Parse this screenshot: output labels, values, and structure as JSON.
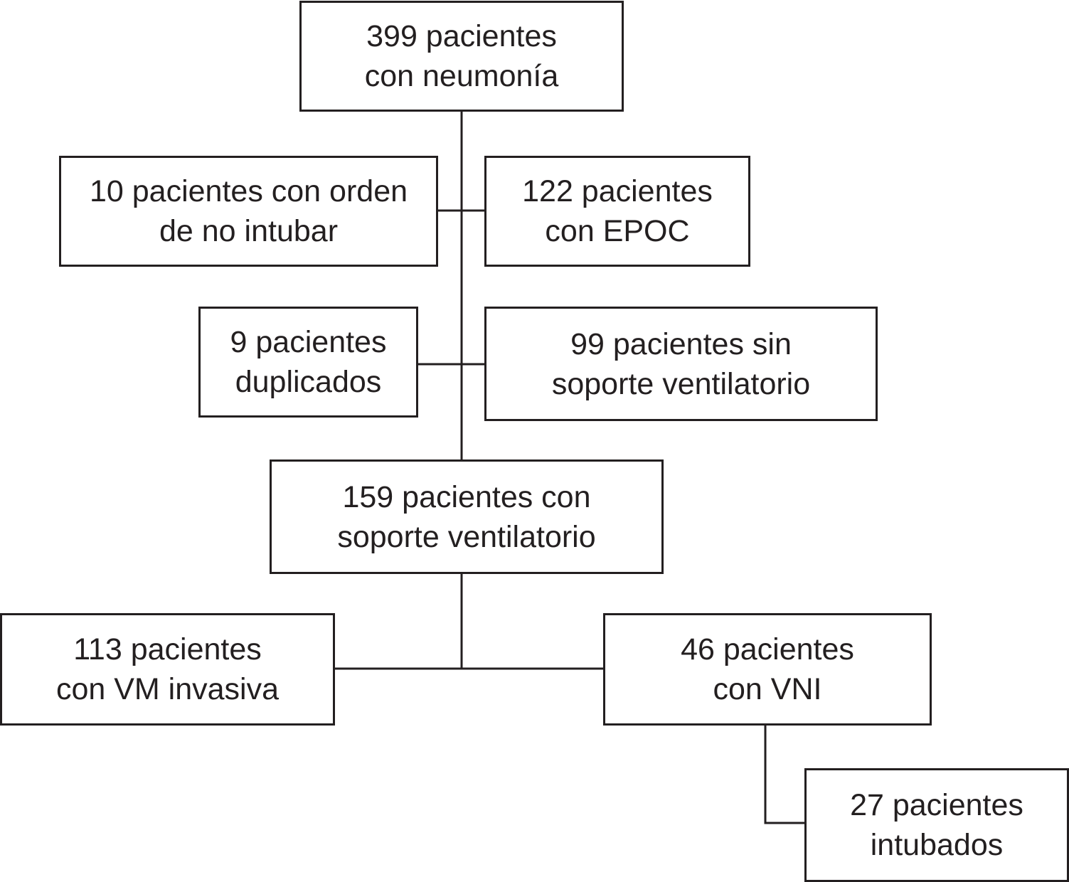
{
  "nodes": {
    "total": {
      "line1": "399 pacientes",
      "line2": "con neumonía"
    },
    "no_intubar": {
      "line1": "10 pacientes con orden",
      "line2": "de no intubar"
    },
    "epoc": {
      "line1": "122 pacientes",
      "line2": "con EPOC"
    },
    "duplicados": {
      "line1": "9 pacientes",
      "line2": "duplicados"
    },
    "sin_soporte": {
      "line1": "99 pacientes sin",
      "line2": "soporte ventilatorio"
    },
    "con_soporte": {
      "line1": "159 pacientes con",
      "line2": "soporte ventilatorio"
    },
    "vm_invasiva": {
      "line1": "113 pacientes",
      "line2": "con VM invasiva"
    },
    "vni": {
      "line1": "46 pacientes",
      "line2": "con VNI"
    },
    "intubados": {
      "line1": "27 pacientes",
      "line2": "intubados"
    }
  },
  "colors": {
    "stroke": "#231f20",
    "background": "#ffffff"
  }
}
